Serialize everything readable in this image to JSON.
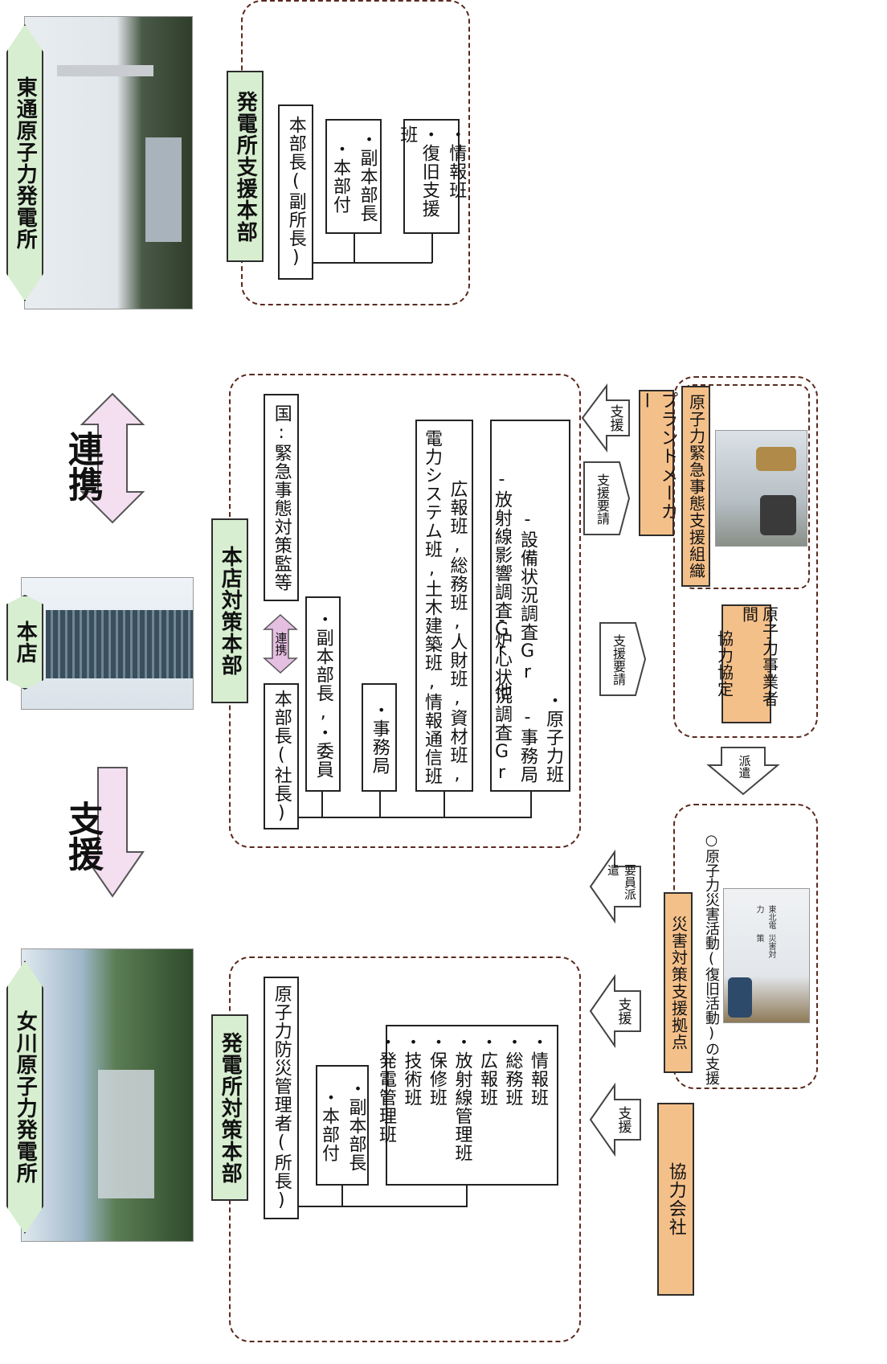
{
  "sites": {
    "higashidori": "東通原子力発電所",
    "honten": "本店",
    "onagawa": "女川原子力発電所"
  },
  "arrows": {
    "renkei_big": "連携",
    "shien_big": "支援",
    "renkei_small": "連携",
    "shien_1": "支援",
    "shien_req_1": "支援要請",
    "shien_req_2": "支援要請",
    "haken": "派遣",
    "yoin_haken": "要員派遣",
    "shien_2": "支援",
    "shien_3": "支援"
  },
  "support_hq": {
    "title": "発電所支援本部",
    "head": "本部長(副所長)",
    "deputy": [
      "・副本部長",
      "・本部付"
    ],
    "teams": [
      "・情報班",
      "・復旧支援班"
    ]
  },
  "honten_hq": {
    "title": "本店対策本部",
    "gov": "国:緊急事態対策監等",
    "head": "本部長(社長)",
    "deputy": "・副本部長,・委員",
    "office": "・事務局",
    "teams": [
      "広報班,総務班,人財班,資材班,",
      "電力システム班,土木建築班,情報通信班"
    ],
    "nuclear": [
      "・原子力班",
      "-事務局",
      "-炉心状況調査Gr",
      "-設備状況調査Gr",
      "-放射線影響調査Gr 他"
    ]
  },
  "plant_hq": {
    "title": "発電所対策本部",
    "head": "原子力防災管理者(所長)",
    "deputy": [
      "・副本部長",
      "・本部付"
    ],
    "teams": [
      "・情報班",
      "・総務班",
      "・広報班",
      "・放射線管理班",
      "・保修班",
      "・技術班",
      "・発電管理班"
    ]
  },
  "external": {
    "maker": "プラントメーカー",
    "emergency_org": "原子力緊急事態支援組織",
    "agreement": [
      "原子力事業者間",
      "協力協定"
    ],
    "base": "災害対策支援拠点",
    "base_note": "○原子力災害活動(復旧活動)の支援",
    "partner": "協力会社"
  },
  "photo_labels": [
    "東北電力",
    "災害対策"
  ],
  "colors": {
    "green": "#d7eed0",
    "orange": "#f4c08a",
    "pink": "#f3dff0",
    "dash": "#5a2a1e"
  }
}
